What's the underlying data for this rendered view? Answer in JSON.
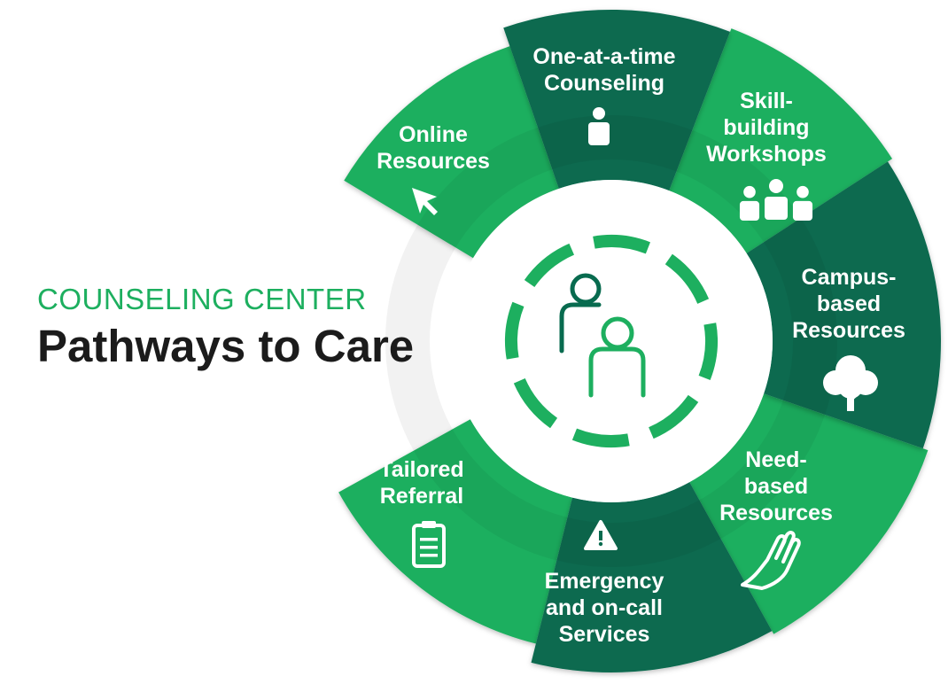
{
  "header": {
    "subtitle": "COUNSELING CENTER",
    "title": "Pathways to Care"
  },
  "colors": {
    "dark_green": "#086b4f",
    "bright_green": "#1daf5f",
    "title_text": "#1b1b1b",
    "label_text": "#ffffff"
  },
  "segments": [
    {
      "name": "one-at-a-time-counseling",
      "lines": [
        "One-at-a-time",
        "Counseling"
      ],
      "icon": "person-icon",
      "color": "dark_green"
    },
    {
      "name": "skill-building-workshops",
      "lines": [
        "Skill-",
        "building",
        "Workshops"
      ],
      "icon": "group-icon",
      "color": "bright_green"
    },
    {
      "name": "campus-based-resources",
      "lines": [
        "Campus-",
        "based",
        "Resources"
      ],
      "icon": "tree-icon",
      "color": "dark_green"
    },
    {
      "name": "need-based-resources",
      "lines": [
        "Need-",
        "based",
        "Resources"
      ],
      "icon": "hand-icon",
      "color": "bright_green"
    },
    {
      "name": "emergency-and-on-call-services",
      "lines": [
        "Emergency",
        "and on-call",
        "Services"
      ],
      "icon": "warning-icon",
      "color": "dark_green"
    },
    {
      "name": "tailored-referral",
      "lines": [
        "Tailored",
        "Referral"
      ],
      "icon": "clipboard-icon",
      "color": "bright_green"
    },
    {
      "name": "online-resources",
      "lines": [
        "Online",
        "Resources"
      ],
      "icon": "cursor-icon",
      "color": "bright_green"
    }
  ],
  "center_icon": "two-people-icon"
}
